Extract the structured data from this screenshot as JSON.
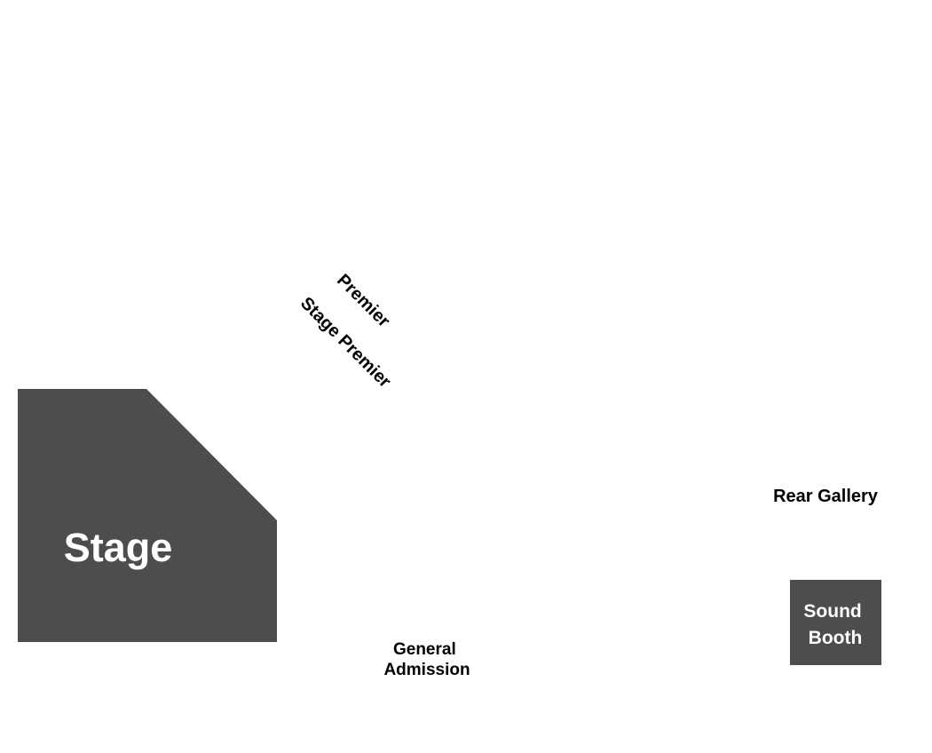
{
  "colors": {
    "background": "#ffffff",
    "fixture_fill": "#4d4d4d",
    "fixture_text": "#ffffff",
    "section_text": "#000000"
  },
  "stage": {
    "label": "Stage"
  },
  "sections": {
    "premier": "Premier",
    "stage_premier": "Stage Premier",
    "rear_gallery": "Rear Gallery",
    "general_admission": [
      "General",
      "Admission"
    ]
  },
  "sound_booth": {
    "label": [
      "Sound",
      "Booth"
    ]
  }
}
